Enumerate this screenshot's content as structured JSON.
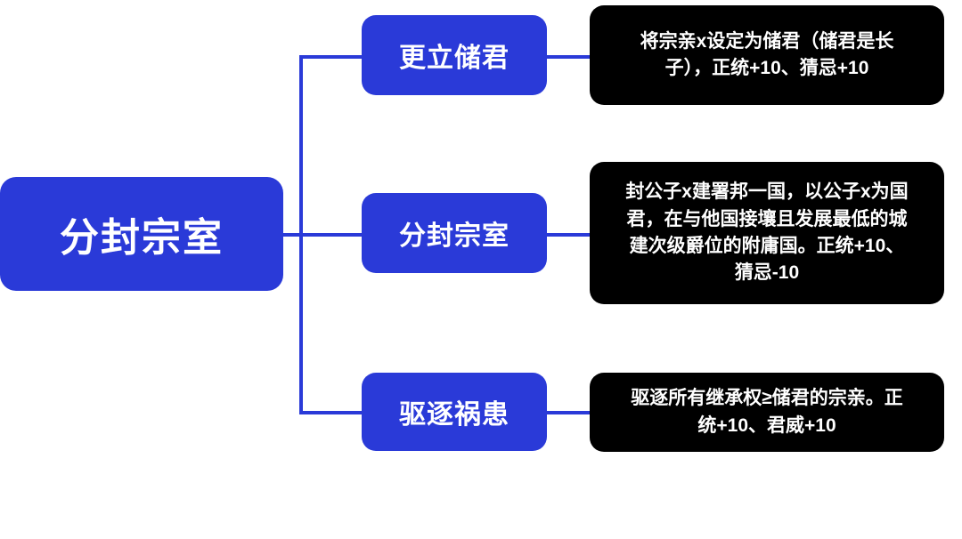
{
  "diagram": {
    "type": "mind-map",
    "title": "分封宗室",
    "accent_color": "#2a3ad8",
    "description_color": "#000000",
    "background_color": "#ffffff",
    "root": {
      "label": "分封宗室"
    },
    "branches": [
      {
        "label": "更立储君",
        "description": "将宗亲x设定为储君（储君是长子），正统+10、猜忌+10",
        "description_lines": [
          "将宗亲x设定为储君（储君是长",
          "子），正统+10、猜忌+10"
        ]
      },
      {
        "label": "分封宗室",
        "description": "封公子x建署邦一国，以公子x为国君，在与他国接壤且发展最低的城建次级爵位的附庸国。正统+10、猜忌-10",
        "description_lines": [
          "封公子x建署邦一国，以公子x为国",
          "君，在与他国接壤且发展最低的城",
          "建次级爵位的附庸国。正统+10、",
          "猜忌-10"
        ]
      },
      {
        "label": "驱逐祸患",
        "description": "驱逐所有继承权≥储君的宗亲。正统+10、君威+10",
        "description_lines": [
          "驱逐所有继承权≥储君的宗亲。正",
          "统+10、君威+10"
        ]
      }
    ],
    "footer": {
      "text": ""
    }
  }
}
